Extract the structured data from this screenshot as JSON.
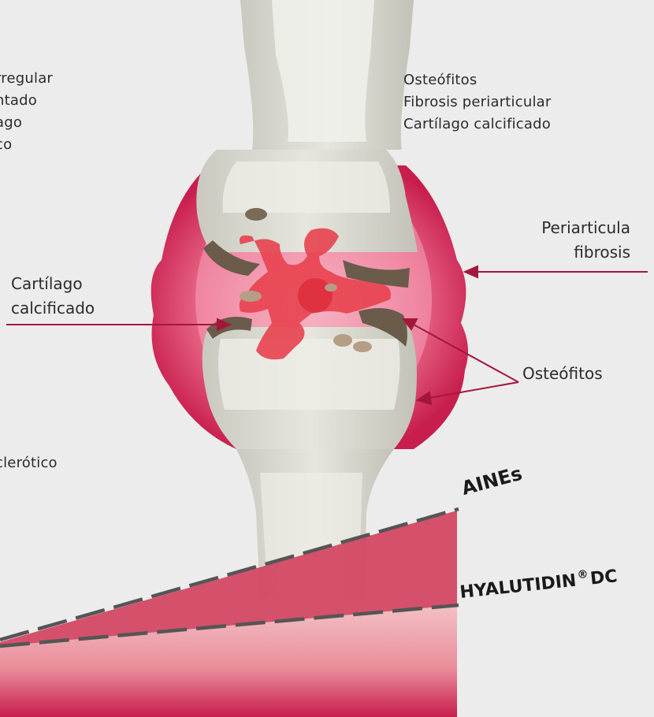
{
  "left_top_labels": [
    "rregular",
    "ntado",
    "ago",
    "co"
  ],
  "left_bottom_label": "clerótico",
  "right_top_labels": [
    "Osteófitos",
    "Fibrosis periarticular",
    "Cartílago calcificado"
  ],
  "label_calcified": [
    "Cartílago",
    "calcificado"
  ],
  "label_periarticular": [
    "Periarticula",
    "fibrosis"
  ],
  "label_osteophytes": "Osteófitos",
  "brand_aines": "AINEs",
  "brand_hyalutidin": "HYALUTIDIN",
  "brand_hyalutidin_sup": "®",
  "brand_hyalutidin_suffix": "DC",
  "colors": {
    "background": "#ececec",
    "accent": "#c2184b",
    "inflamed": "#e5486b",
    "bone": "#dcdcd3",
    "wedge_dark": "#d2425f",
    "wedge_light": "#f0b8bd"
  }
}
